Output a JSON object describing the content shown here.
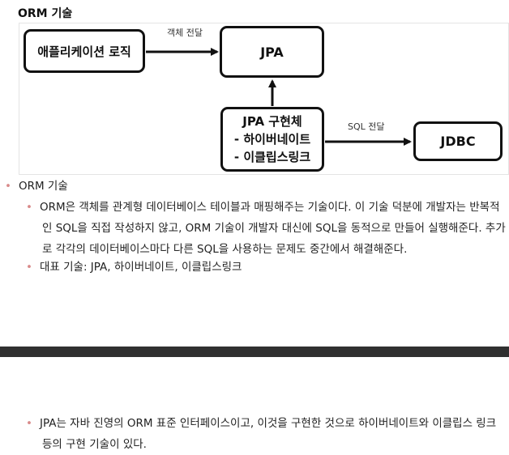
{
  "diagram": {
    "title": "ORM 기술",
    "app_logic": "애플리케이션 로직",
    "jpa": "JPA",
    "impl_title": "JPA 구현체",
    "impl_line1": "- 하이버네이트",
    "impl_line2": "- 이클립스링크",
    "jdbc": "JDBC",
    "edge_object": "객체 전달",
    "edge_sql": "SQL 전달"
  },
  "notes": {
    "heading": "ORM 기술",
    "item1": "ORM은 객체를 관계형 데이터베이스 테이블과 매핑해주는 기술이다. 이 기술 덕분에 개발자는 반복적인 SQL을 직접 작성하지 않고, ORM 기술이 개발자 대신에 SQL을 동적으로 만들어 실행해준다. 추가로 각각의 데이터베이스마다 다른 SQL을 사용하는 문제도 중간에서 해결해준다.",
    "item2": "대표 기술: JPA, 하이버네이트, 이클립스링크",
    "item3": "JPA는 자바 진영의 ORM 표준 인터페이스이고, 이것을 구현한 것으로 하이버네이트와 이클립스 링크 등의 구현 기술이 있다.",
    "bullet_color": "#d98a8a"
  }
}
